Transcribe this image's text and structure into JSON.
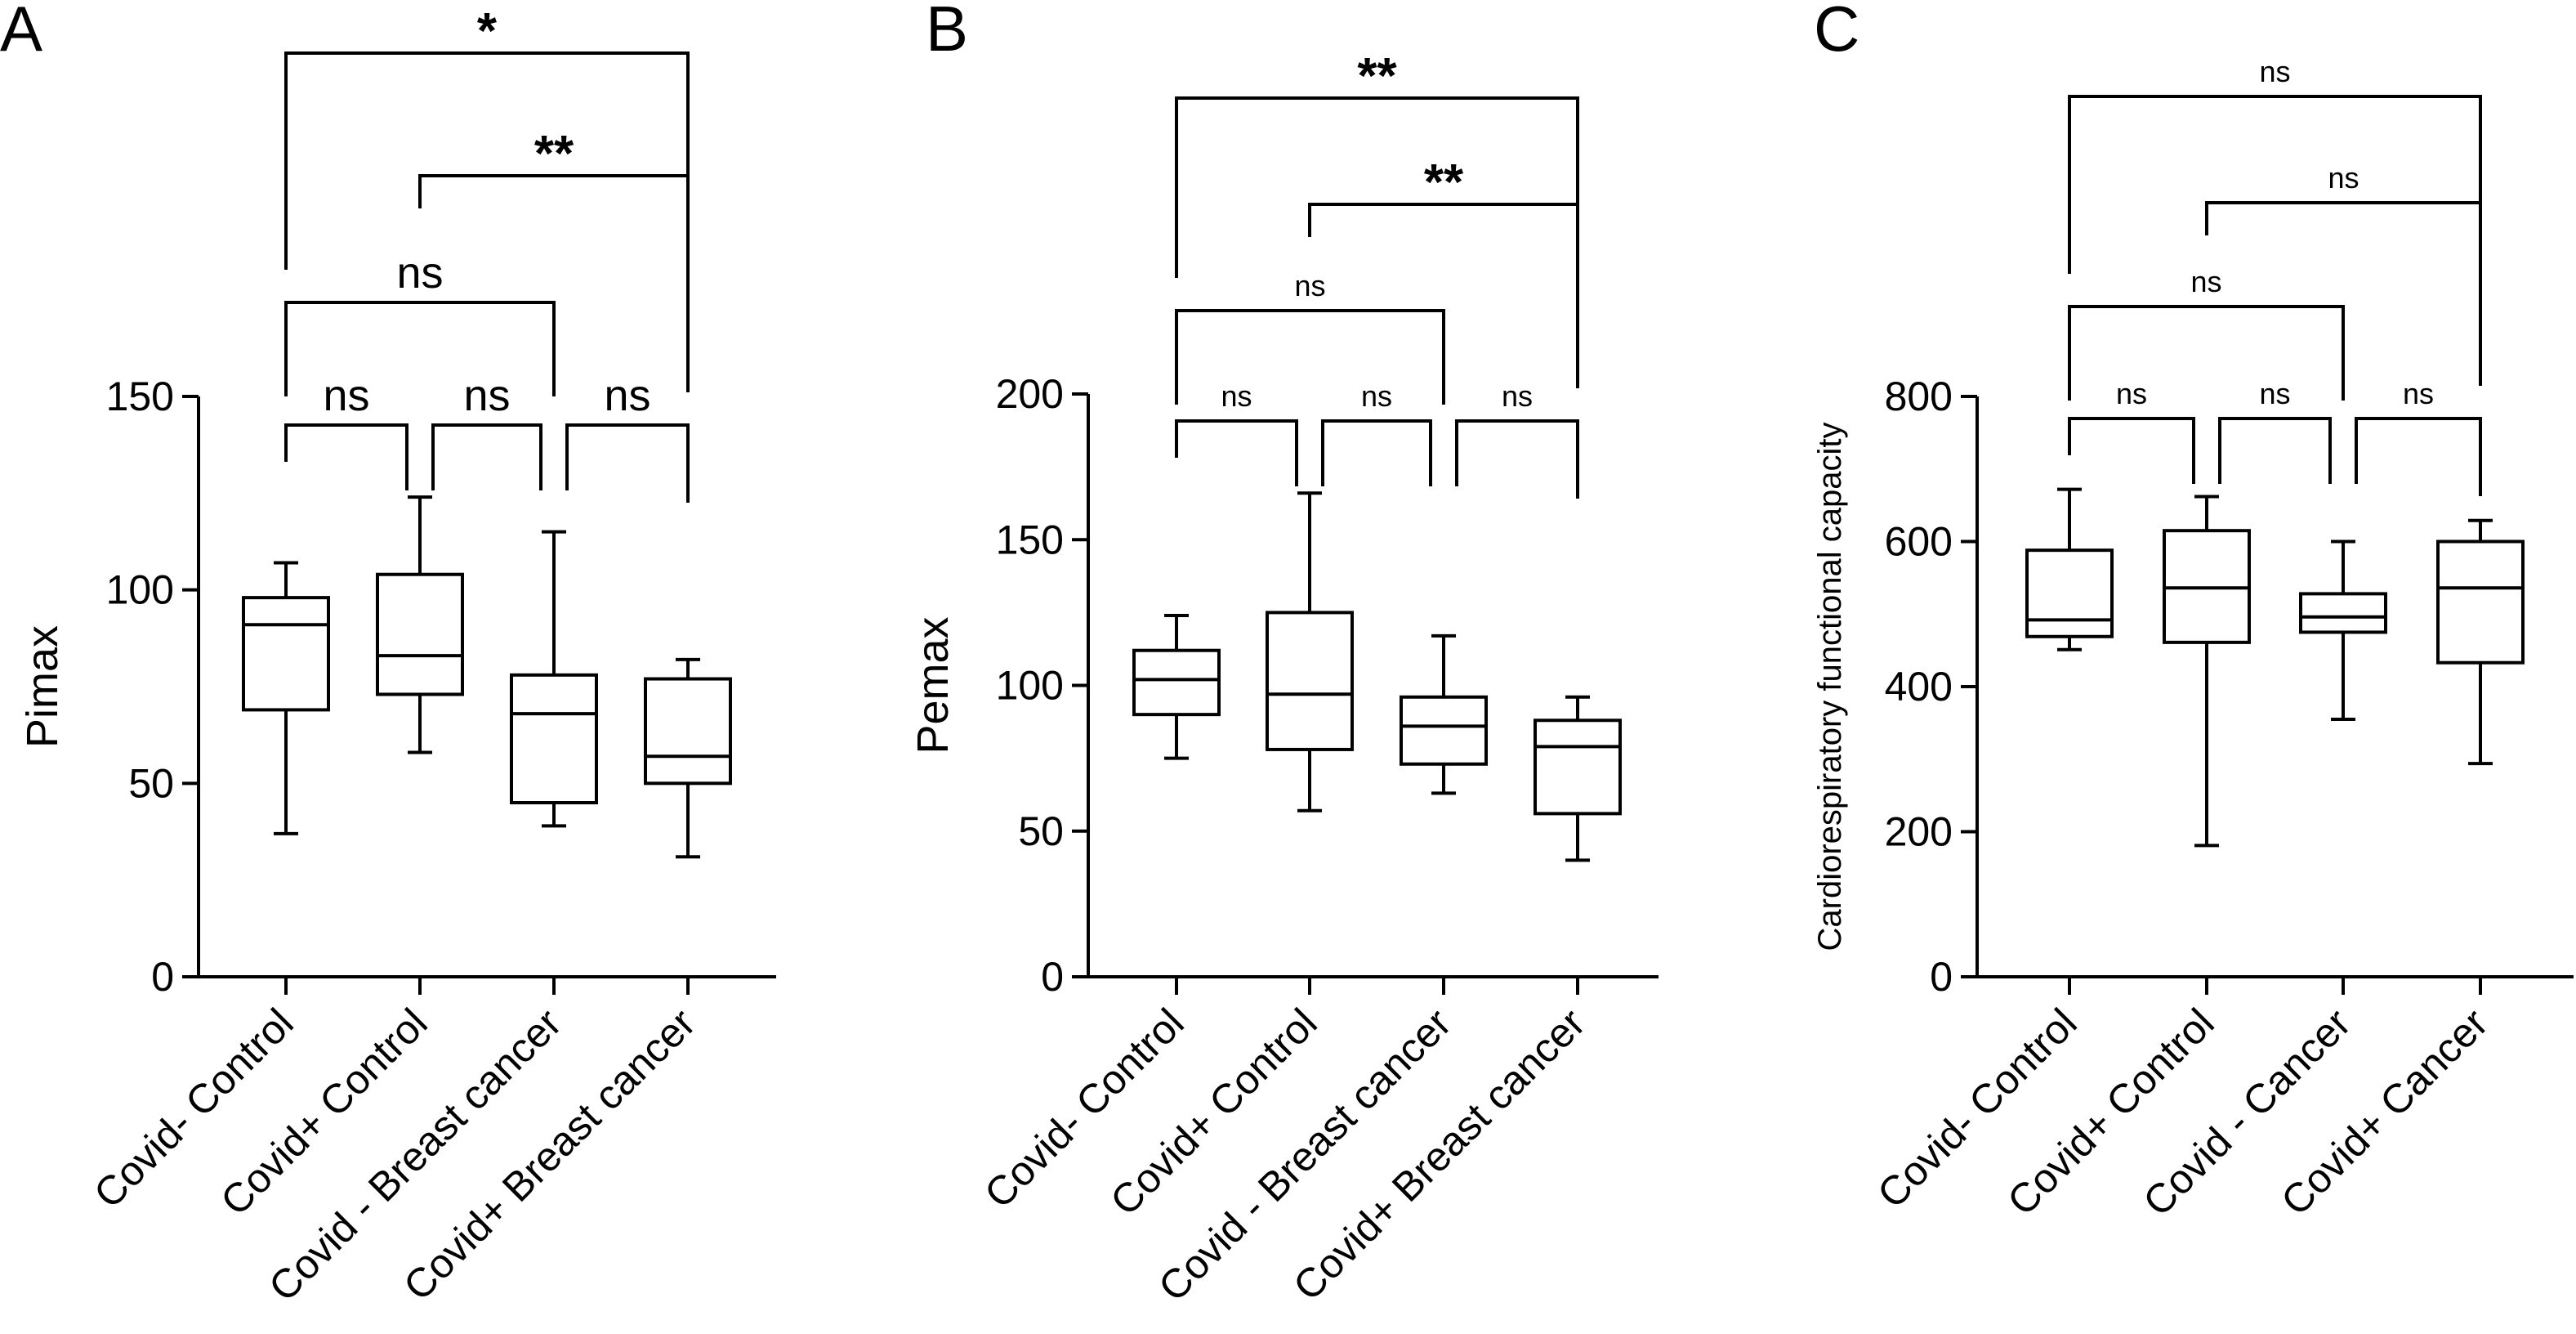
{
  "chart_data": [
    {
      "type": "box",
      "panel": "A",
      "ylabel": "Pimax",
      "ylim": [
        0,
        150
      ],
      "yticks": [
        0,
        50,
        100,
        150
      ],
      "categories": [
        "Covid- Control",
        "Covid+ Control",
        "Covid - Breast cancer",
        "Covid+ Breast cancer"
      ],
      "boxes": [
        {
          "min": 37,
          "q1": 69,
          "median": 91,
          "q3": 98,
          "max": 107
        },
        {
          "min": 58,
          "q1": 73,
          "median": 83,
          "q3": 104,
          "max": 124
        },
        {
          "min": 39,
          "q1": 45,
          "median": 68,
          "q3": 78,
          "max": 115
        },
        {
          "min": 31,
          "q1": 50,
          "median": 57,
          "q3": 77,
          "max": 82
        }
      ],
      "comparisons": [
        {
          "from": 0,
          "to": 1,
          "label": "ns",
          "level": 0
        },
        {
          "from": 1,
          "to": 2,
          "label": "ns",
          "level": 0
        },
        {
          "from": 2,
          "to": 3,
          "label": "ns",
          "level": 0
        },
        {
          "from": 0,
          "to": 2,
          "label": "ns",
          "level": 1
        },
        {
          "from": 1,
          "to": 3,
          "label": "**",
          "level": 2
        },
        {
          "from": 0,
          "to": 3,
          "label": "*",
          "level": 3
        }
      ]
    },
    {
      "type": "box",
      "panel": "B",
      "ylabel": "Pemax",
      "ylim": [
        0,
        200
      ],
      "yticks": [
        0,
        50,
        100,
        150,
        200
      ],
      "categories": [
        "Covid- Control",
        "Covid+ Control",
        "Covid - Breast cancer",
        "Covid+ Breast cancer"
      ],
      "boxes": [
        {
          "min": 75,
          "q1": 90,
          "median": 102,
          "q3": 112,
          "max": 124
        },
        {
          "min": 57,
          "q1": 78,
          "median": 97,
          "q3": 125,
          "max": 166
        },
        {
          "min": 63,
          "q1": 73,
          "median": 86,
          "q3": 96,
          "max": 117
        },
        {
          "min": 40,
          "q1": 56,
          "median": 79,
          "q3": 88,
          "max": 96
        }
      ],
      "comparisons": [
        {
          "from": 0,
          "to": 1,
          "label": "ns",
          "level": 0
        },
        {
          "from": 1,
          "to": 2,
          "label": "ns",
          "level": 0
        },
        {
          "from": 2,
          "to": 3,
          "label": "ns",
          "level": 0
        },
        {
          "from": 0,
          "to": 2,
          "label": "ns",
          "level": 1
        },
        {
          "from": 1,
          "to": 3,
          "label": "**",
          "level": 2
        },
        {
          "from": 0,
          "to": 3,
          "label": "**",
          "level": 3
        }
      ]
    },
    {
      "type": "box",
      "panel": "C",
      "ylabel": "Cardiorespiratory  functional capacity",
      "ylim": [
        0,
        800
      ],
      "yticks": [
        0,
        200,
        400,
        600,
        800
      ],
      "categories": [
        "Covid- Control",
        "Covid+ Control",
        "Covid - Cancer",
        "Covid+ Cancer"
      ],
      "boxes": [
        {
          "min": 451,
          "q1": 469,
          "median": 492,
          "q3": 588,
          "max": 672
        },
        {
          "min": 181,
          "q1": 461,
          "median": 536,
          "q3": 615,
          "max": 662
        },
        {
          "min": 355,
          "q1": 475,
          "median": 496,
          "q3": 528,
          "max": 600
        },
        {
          "min": 294,
          "q1": 433,
          "median": 536,
          "q3": 600,
          "max": 629
        }
      ],
      "comparisons": [
        {
          "from": 0,
          "to": 1,
          "label": "ns",
          "level": 0
        },
        {
          "from": 1,
          "to": 2,
          "label": "ns",
          "level": 0
        },
        {
          "from": 2,
          "to": 3,
          "label": "ns",
          "level": 0
        },
        {
          "from": 0,
          "to": 2,
          "label": "ns",
          "level": 1
        },
        {
          "from": 1,
          "to": 3,
          "label": "ns",
          "level": 2
        },
        {
          "from": 0,
          "to": 3,
          "label": "ns",
          "level": 3
        }
      ]
    }
  ]
}
